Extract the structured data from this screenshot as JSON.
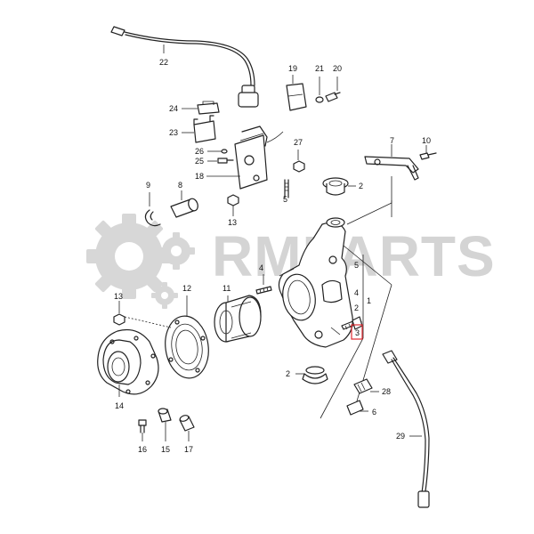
{
  "watermark": {
    "text": "RMPARTS",
    "color": "#d4d4d4"
  },
  "highlight": {
    "color": "#e0292f",
    "callout": "3"
  },
  "callouts": {
    "c1": "1",
    "c2a": "2",
    "c2b": "2",
    "c2c": "2",
    "c3": "3",
    "c4a": "4",
    "c4b": "4",
    "c5a": "5",
    "c5b": "5",
    "c6": "6",
    "c7": "7",
    "c8": "8",
    "c9": "9",
    "c10": "10",
    "c11": "11",
    "c12": "12",
    "c13a": "13",
    "c13b": "13",
    "c14": "14",
    "c15": "15",
    "c16": "16",
    "c17": "17",
    "c18": "18",
    "c19": "19",
    "c20": "20",
    "c21": "21",
    "c22": "22",
    "c23": "23",
    "c24": "24",
    "c25": "25",
    "c26": "26",
    "c27": "27",
    "c28": "28",
    "c29": "29"
  }
}
